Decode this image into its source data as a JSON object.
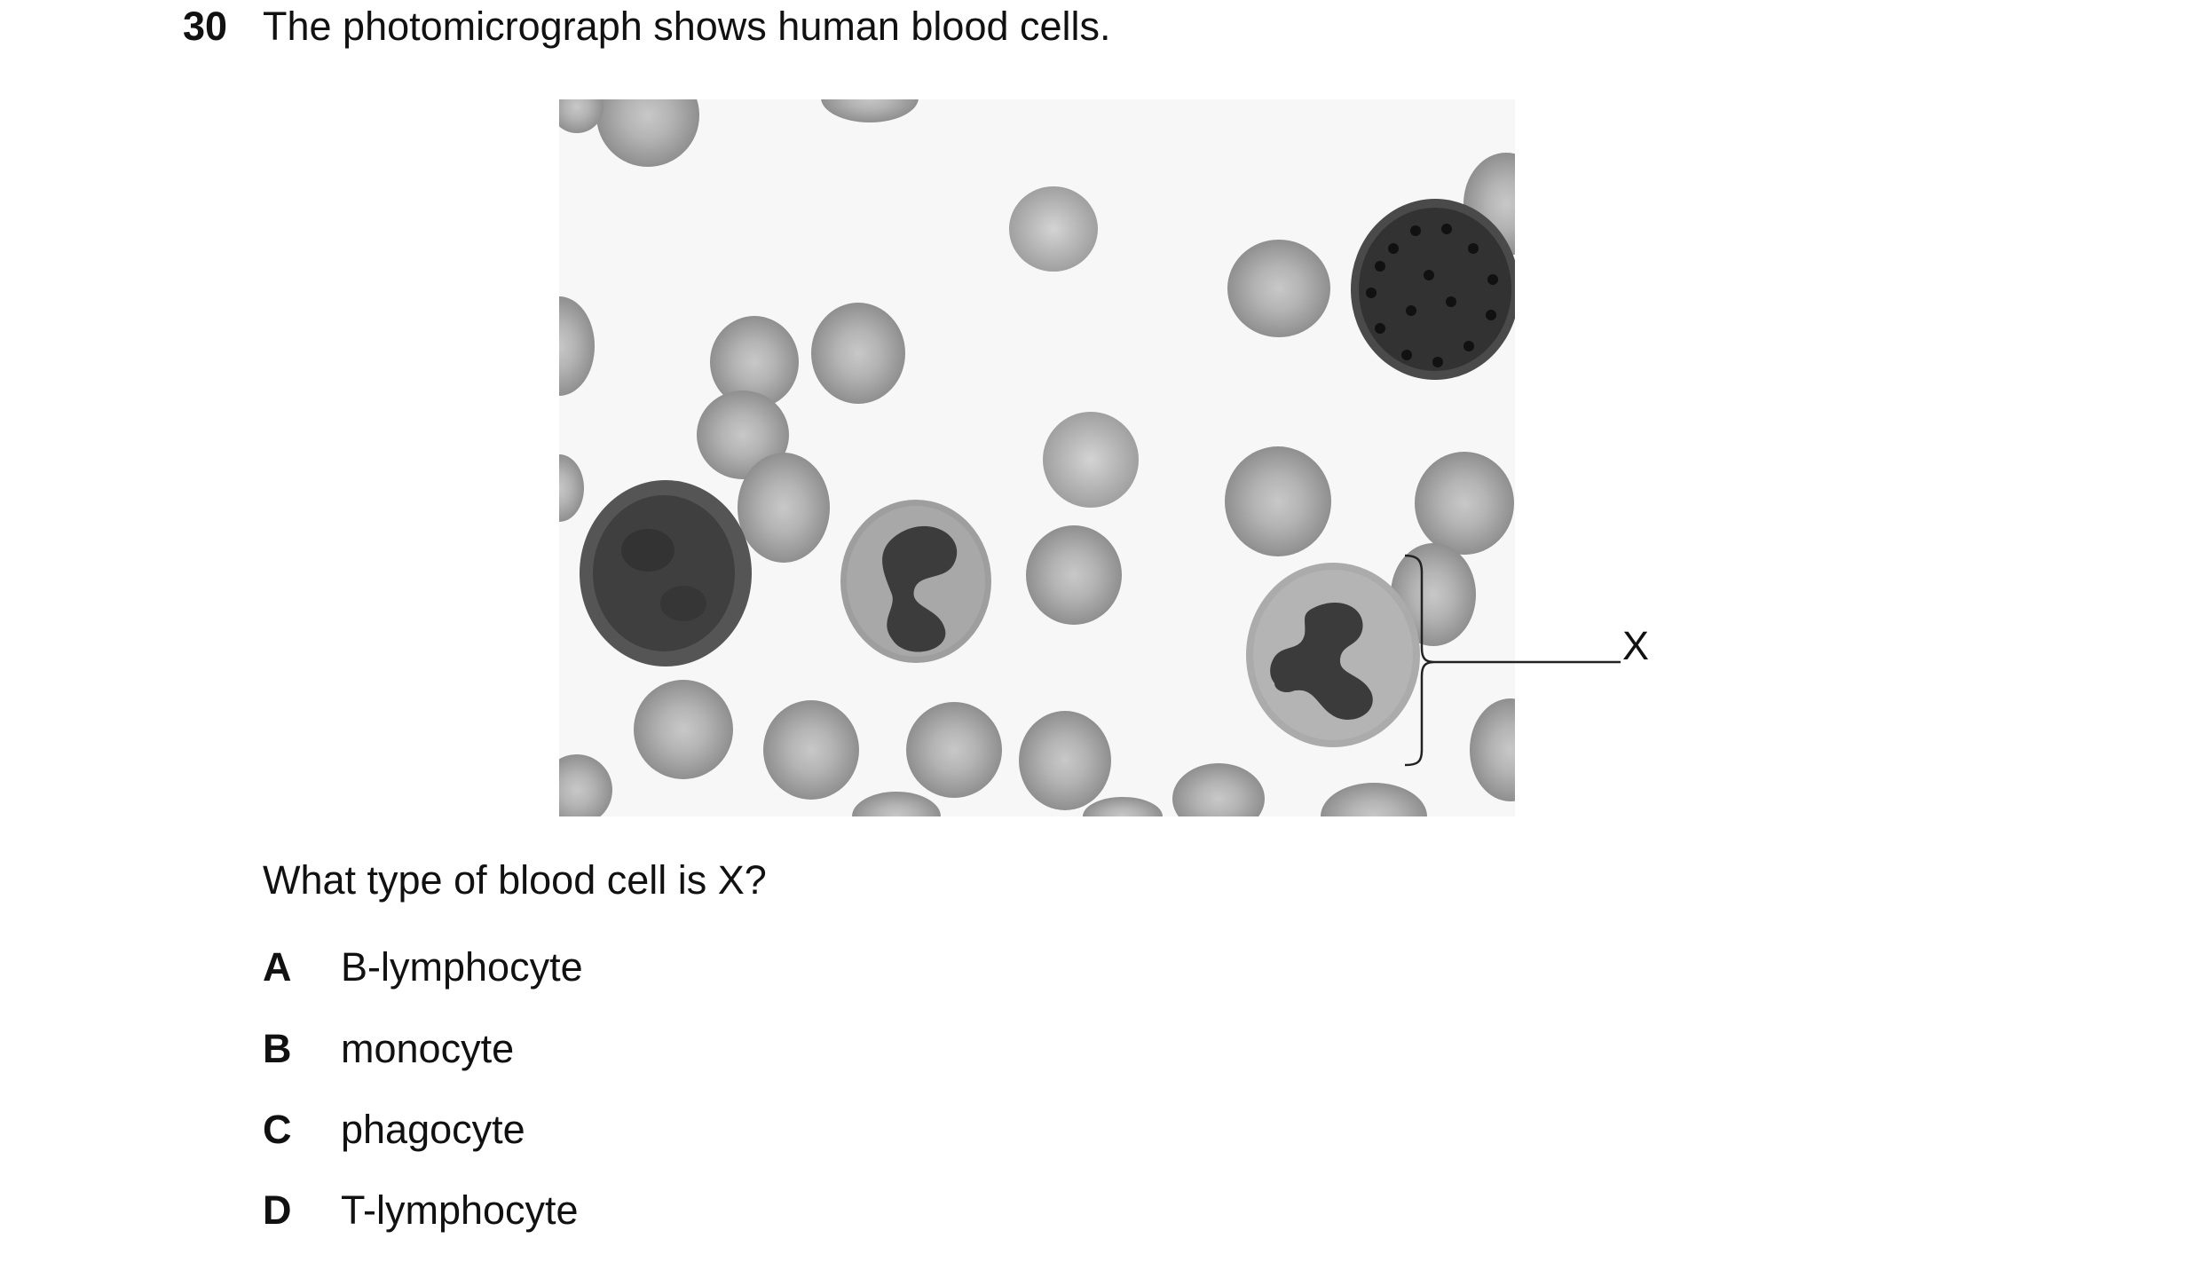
{
  "question": {
    "number": "30",
    "stem": "The photomicrograph shows human blood cells.",
    "label": "X",
    "prompt": "What type of blood cell is X?",
    "options": [
      {
        "letter": "A",
        "text": "B-lymphocyte"
      },
      {
        "letter": "B",
        "text": "monocyte"
      },
      {
        "letter": "C",
        "text": "phagocyte"
      },
      {
        "letter": "D",
        "text": "T-lymphocyte"
      }
    ]
  },
  "colors": {
    "background": "#f7f7f7",
    "red_cell": "#a9a9a9",
    "nucleus": "#3a3a3a",
    "granular_cell": "#2e2e2e"
  }
}
